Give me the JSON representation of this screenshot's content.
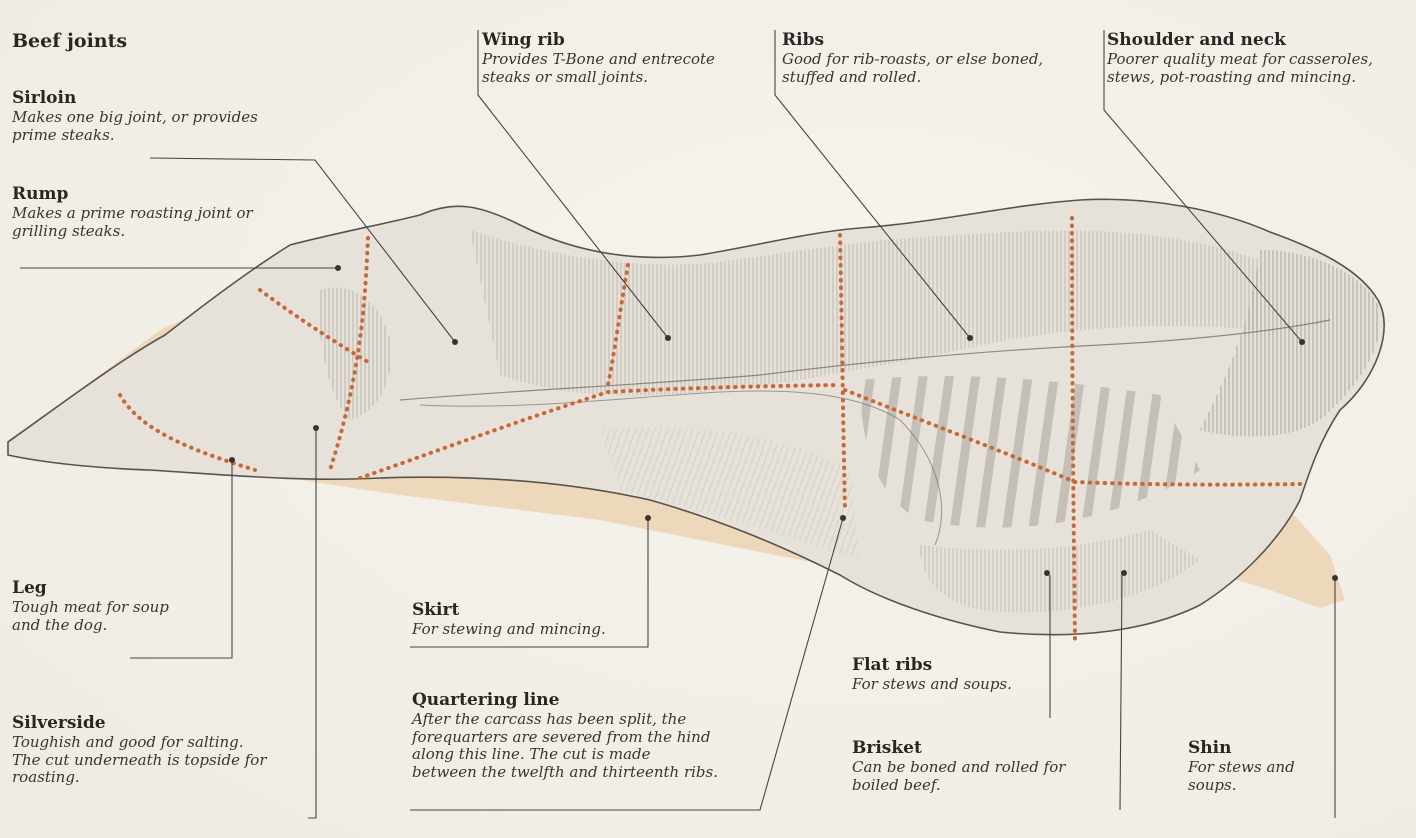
{
  "title": "Beef joints",
  "labels": {
    "sirloin": {
      "title": "Sirloin",
      "desc": "Makes one big joint, or provides\nprime steaks."
    },
    "rump": {
      "title": "Rump",
      "desc": "Makes a prime roasting joint or\ngrilling steaks."
    },
    "wing_rib": {
      "title": "Wing rib",
      "desc": "Provides T-Bone and entrecote\nsteaks or small joints."
    },
    "ribs": {
      "title": "Ribs",
      "desc": "Good for rib-roasts, or else boned,\nstuffed and rolled."
    },
    "shoulder": {
      "title": "Shoulder and neck",
      "desc": "Poorer quality meat for casseroles,\nstews, pot-roasting and mincing."
    },
    "leg": {
      "title": "Leg",
      "desc": "Tough meat for soup\nand the dog."
    },
    "skirt": {
      "title": "Skirt",
      "desc": "For stewing and mincing."
    },
    "quartering": {
      "title": "Quartering line",
      "desc": "After the carcass has been split, the\nforequarters are severed from the hind\nalong this line. The cut is made\nbetween the twelfth and thirteenth ribs."
    },
    "flat_ribs": {
      "title": "Flat ribs",
      "desc": "For stews and soups."
    },
    "silverside": {
      "title": "Silverside",
      "desc": "Toughish and good for salting.\nThe cut underneath is topside for\nroasting."
    },
    "brisket": {
      "title": "Brisket",
      "desc": "Can be boned and rolled for\nboiled beef."
    },
    "shin": {
      "title": "Shin",
      "desc": "For stews and\nsoups."
    }
  },
  "colors": {
    "carcass_fill": "#e6e2da",
    "tint": "#ecd4b4",
    "cut_line": "#c8673a",
    "leader": "#4a4440",
    "hatch": "#7d7772"
  }
}
